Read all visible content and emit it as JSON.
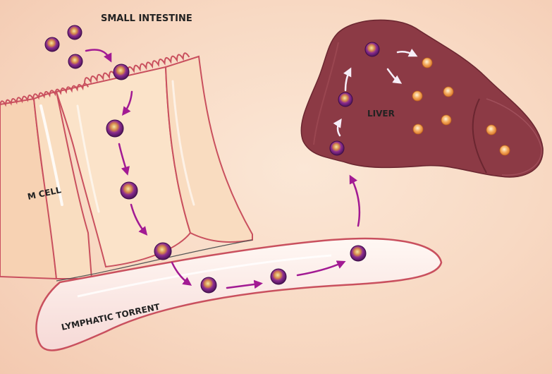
{
  "labels": {
    "small_intestine": "SMALL INTESTINE",
    "m_cell": "M CELL",
    "liver": "LIVER",
    "lymphatic": "LYMPHATIC TORRENT"
  },
  "colors": {
    "background": "#f8dcc6",
    "cell_fill": "#fbe3c9",
    "cell_outline": "#c9505e",
    "liver": "#8c3a45",
    "pathogen_purple": "#6a1f79",
    "arrow": "#a21a93",
    "hepatocyte_orange": "#f0a04a"
  }
}
